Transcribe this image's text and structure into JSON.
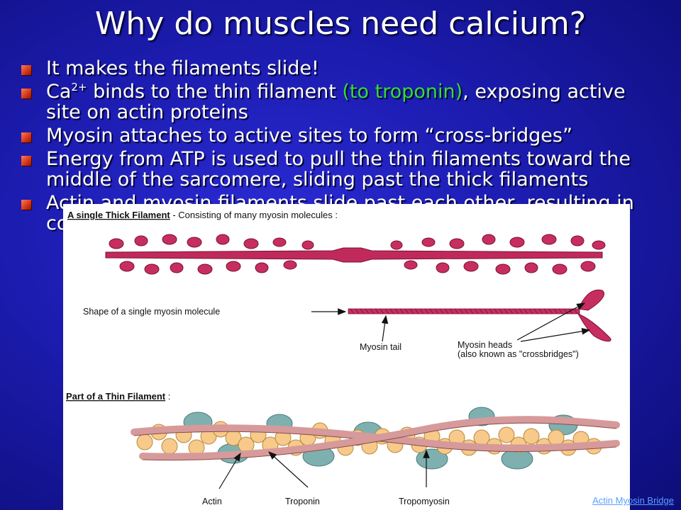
{
  "slide": {
    "title": "Why do muscles need calcium?",
    "bullets": [
      {
        "text": "It makes the filaments slide!"
      },
      {
        "pre": "Ca",
        "sup": "2+",
        "mid": " binds to the thin filament ",
        "highlight": "(to troponin)",
        "post": ", exposing active site on actin proteins"
      },
      {
        "text": "Myosin attaches to active sites to form “cross-bridges”"
      },
      {
        "text": "Energy from ATP is used to pull the thin filaments toward the middle of the sarcomere, sliding past the thick filaments"
      },
      {
        "text": "Actin and myosin filaments slide past each other, resulting in contraction"
      }
    ],
    "colors": {
      "highlight": "#33dd33",
      "bullet": "#d83a1a",
      "background": "#1c1cb0"
    }
  },
  "figure": {
    "thick_heading_bold": "A single Thick Filament",
    "thick_heading_rest": " -  Consisting of many myosin molecules :",
    "myosin_shape_label": "Shape of a single myosin molecule",
    "myosin_tail_label": "Myosin tail",
    "myosin_heads_label": "Myosin heads",
    "myosin_heads_sub": "(also known as \"crossbridges\")",
    "thin_heading": "Part of a Thin Filament",
    "thin_heading_colon": " :",
    "actin_label": "Actin",
    "troponin_label": "Troponin",
    "tropomyosin_label": "Tropomyosin"
  },
  "link": {
    "text": "Actin Myosin Bridge"
  }
}
